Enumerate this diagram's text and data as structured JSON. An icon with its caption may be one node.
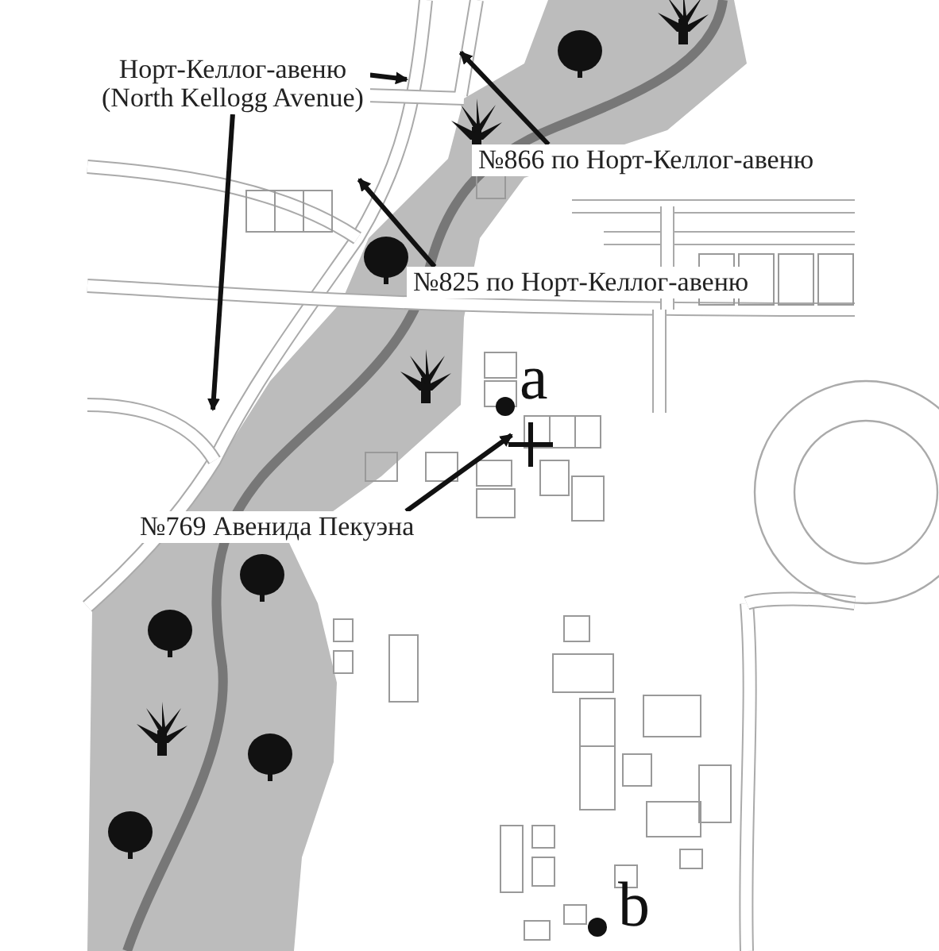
{
  "diagram": {
    "nodes": [
      {
        "text": [
          "Норт-Келлог-авеню",
          "(North Kellogg Avenue)"
        ]
      },
      {
        "text": [
          "№866 по Норт-Келлог-авеню"
        ]
      },
      {
        "text": [
          "№825 по Норт-Келлог-авеню"
        ]
      },
      {
        "text": [
          "№769 Авенида Пекуэна"
        ]
      },
      {
        "text": [],
        "shape": "cross"
      }
    ],
    "edges": [
      {
        "from": 0,
        "to": null,
        "arrow": "to"
      },
      {
        "from": 0,
        "to": null,
        "arrow": "to"
      },
      {
        "from": 1,
        "to": null,
        "arrow": "to"
      },
      {
        "from": 2,
        "to": null,
        "arrow": "to"
      },
      {
        "from": 3,
        "to": 4,
        "arrow": "to"
      }
    ],
    "labels": [
      "a",
      "b"
    ]
  }
}
